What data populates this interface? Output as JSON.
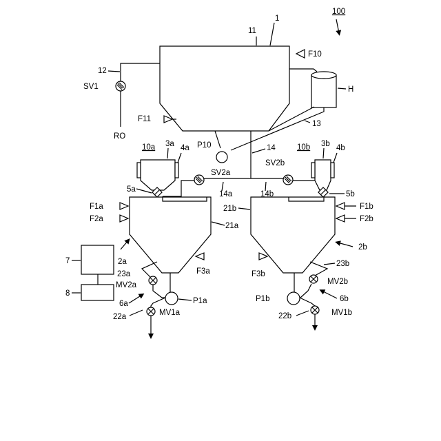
{
  "figure_ref": "100",
  "labels": {
    "n1": "1",
    "n11": "11",
    "F10": "F10",
    "n12": "12",
    "SV1": "SV1",
    "H": "H",
    "F11": "F11",
    "RO": "RO",
    "n13": "13",
    "P10": "P10",
    "n14": "14",
    "n10a": "10a",
    "n3a": "3a",
    "n4a": "4a",
    "n10b": "10b",
    "n3b": "3b",
    "n4b": "4b",
    "SV2a": "SV2a",
    "SV2b": "SV2b",
    "n14a": "14a",
    "n14b": "14b",
    "n5a": "5a",
    "n5b": "5b",
    "F1a": "F1a",
    "F2a": "F2a",
    "n21a": "21a",
    "n21b": "21b",
    "F1b": "F1b",
    "F2b": "F2b",
    "n7": "7",
    "n8": "8",
    "n2a": "2a",
    "n2b": "2b",
    "F3a": "F3a",
    "F3b": "F3b",
    "n23a": "23a",
    "n23b": "23b",
    "MV2a": "MV2a",
    "MV2b": "MV2b",
    "P1a": "P1a",
    "P1b": "P1b",
    "n6a": "6a",
    "n6b": "6b",
    "n22a": "22a",
    "n22b": "22b",
    "MV1a": "MV1a",
    "MV1b": "MV1b"
  }
}
